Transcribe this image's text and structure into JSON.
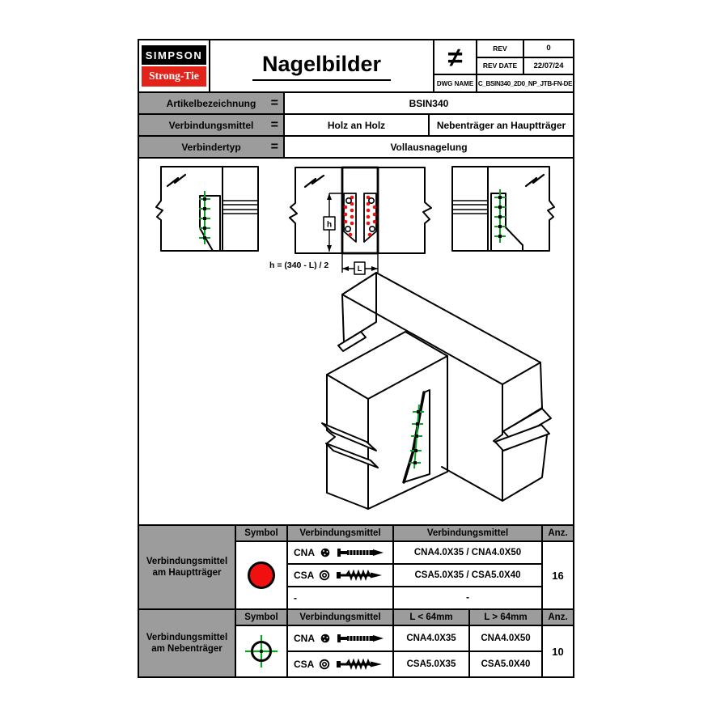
{
  "sheet": {
    "header": {
      "brand_top": "SIMPSON",
      "brand_bottom": "Strong-Tie",
      "title": "Nagelbilder",
      "projection_symbol": "≠",
      "rev": {
        "label": "REV",
        "value": "0"
      },
      "rev_date": {
        "label": "REV DATE",
        "value": "22/07/24"
      },
      "dwg": {
        "label": "DWG NAME",
        "value": "C_BSIN340_2D0_NP_JTB-FN-DE"
      }
    },
    "info": {
      "operator": "=",
      "rows": [
        {
          "label": "Artikelbezeichnung",
          "values": [
            "BSIN340"
          ]
        },
        {
          "label": "Verbindungsmittel",
          "values": [
            "Holz an Holz",
            "Nebenträger an Hauptträger"
          ]
        },
        {
          "label": "Verbindertyp",
          "values": [
            "Vollausnagelung"
          ]
        }
      ]
    },
    "drawing": {
      "formula": "h = (340 - L) / 2",
      "dim_h": "h",
      "dim_l": "L"
    },
    "main_table": {
      "title_l1": "Verbindungsmittel",
      "title_l2": "am Hauptträger",
      "headers": [
        "Symbol",
        "Verbindungsmittel",
        "Verbindungsmittel",
        "Anz."
      ],
      "rows": [
        {
          "name": "CNA",
          "spec": "CNA4.0X35 / CNA4.0X50"
        },
        {
          "name": "CSA",
          "spec": "CSA5.0X35 / CSA5.0X40"
        },
        {
          "name": "-",
          "spec": "-"
        }
      ],
      "anz": "16"
    },
    "sub_table": {
      "title_l1": "Verbindungsmittel",
      "title_l2": "am Nebenträger",
      "headers": [
        "Symbol",
        "Verbindungsmittel",
        "L < 64mm",
        "L > 64mm",
        "Anz."
      ],
      "rows": [
        {
          "name": "CNA",
          "short": "CNA4.0X35",
          "long": "CNA4.0X50"
        },
        {
          "name": "CSA",
          "short": "CSA5.0X35",
          "long": "CSA5.0X40"
        }
      ],
      "anz": "10"
    },
    "colors": {
      "nail_green": "#0aa31f",
      "dot_red": "#f01010",
      "header_gray": "#9c9c9c",
      "brand_red": "#e2231a"
    }
  }
}
